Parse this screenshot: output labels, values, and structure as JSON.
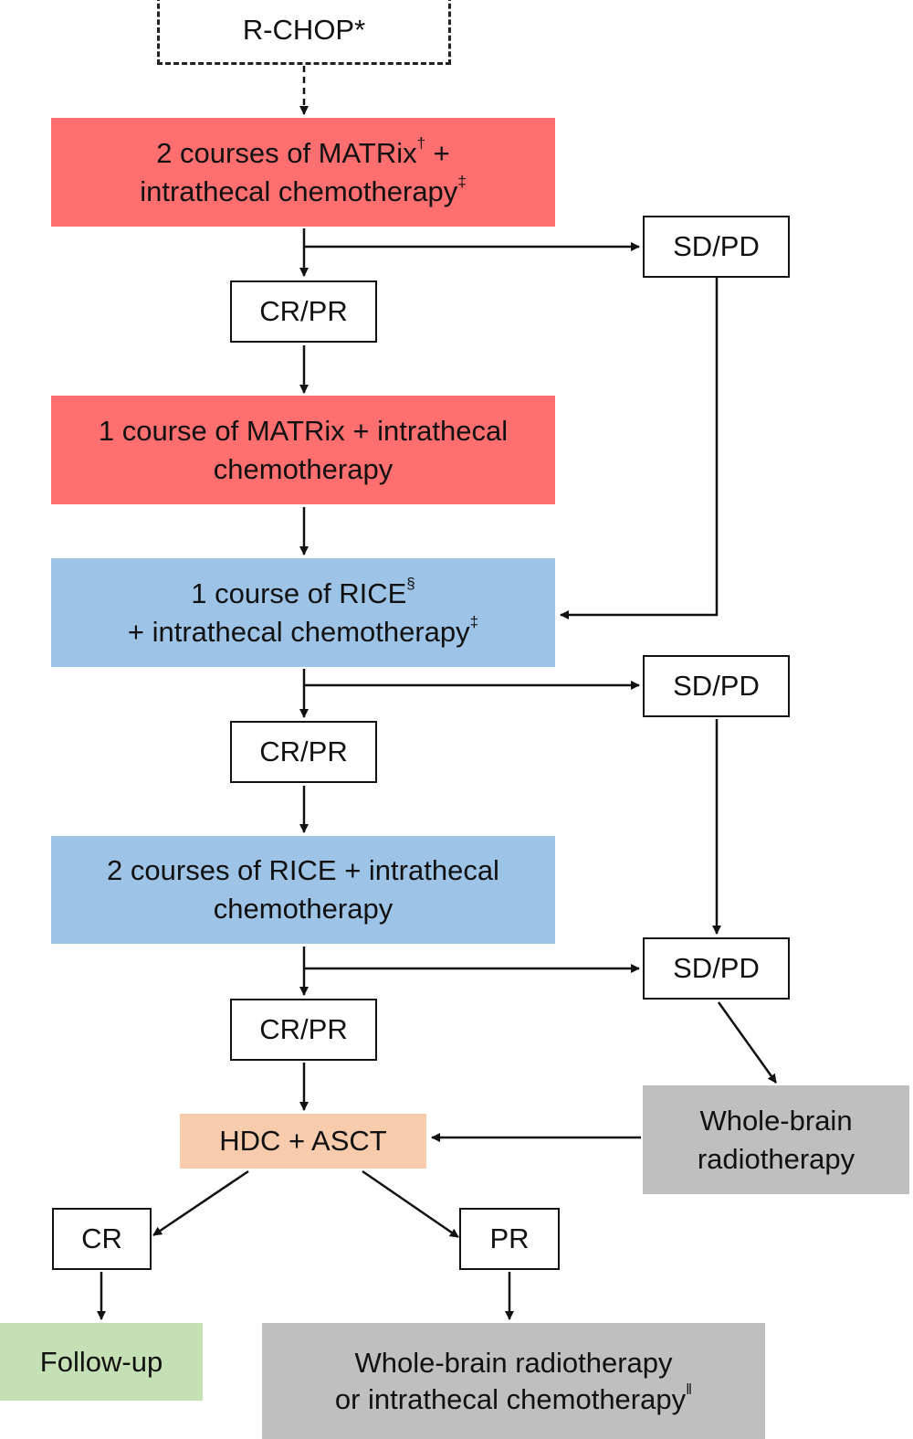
{
  "colors": {
    "matrix": "#ff6f6f",
    "rice": "#9dc3e6",
    "hdc": "#f8cbad",
    "followup": "#c5e0b4",
    "radiotherapy": "#bfbfbf"
  },
  "nodes": {
    "rchop": {
      "text": "R-CHOP*"
    },
    "matrix2": {
      "line1": "2 courses of MATRix",
      "sup1": "†",
      "line1_end": " +",
      "line2": "intrathecal chemotherapy",
      "sup2": "‡"
    },
    "sdpd1": "SD/PD",
    "crpr1": "CR/PR",
    "matrix1": {
      "line1": "1 course of MATRix + intrathecal",
      "line2": "chemotherapy"
    },
    "rice1": {
      "line1": "1 course of RICE",
      "sup1": "§",
      "line2": "+ intrathecal chemotherapy",
      "sup2": "‡"
    },
    "sdpd2": "SD/PD",
    "crpr2": "CR/PR",
    "rice2": {
      "line1": "2 courses of RICE + intrathecal",
      "line2": "chemotherapy"
    },
    "sdpd3": "SD/PD",
    "crpr3": "CR/PR",
    "hdc": "HDC + ASCT",
    "wbrt": {
      "line1": "Whole-brain",
      "line2": "radiotherapy"
    },
    "cr": "CR",
    "pr": "PR",
    "followup": "Follow-up",
    "final": {
      "line1": "Whole-brain radiotherapy",
      "line2": "or intrathecal chemotherapy",
      "sup": "‖"
    }
  }
}
